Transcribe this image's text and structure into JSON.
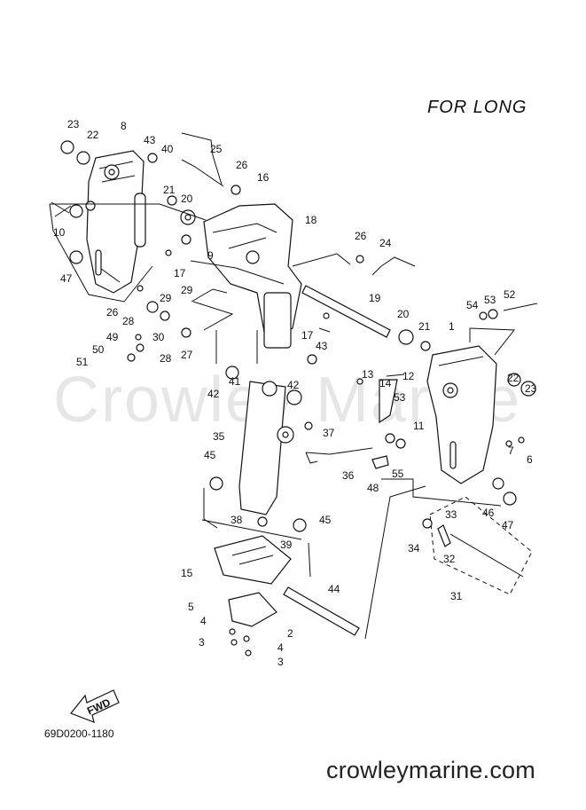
{
  "diagram": {
    "heading": "FOR LONG",
    "figure_code": "69D0200-1180",
    "watermark": "Crowley Marine",
    "footer": "crowleymarine.com",
    "fwd_label": "FWD"
  },
  "callouts": [
    "1",
    "2",
    "3",
    "3",
    "4",
    "4",
    "5",
    "6",
    "7",
    "8",
    "9",
    "10",
    "11",
    "12",
    "13",
    "14",
    "15",
    "16",
    "17",
    "17",
    "18",
    "19",
    "20",
    "20",
    "21",
    "21",
    "22",
    "22",
    "23",
    "23",
    "24",
    "25",
    "26",
    "26",
    "26",
    "27",
    "28",
    "28",
    "29",
    "29",
    "30",
    "31",
    "32",
    "33",
    "34",
    "35",
    "36",
    "37",
    "38",
    "39",
    "40",
    "41",
    "42",
    "42",
    "43",
    "43",
    "44",
    "45",
    "45",
    "46",
    "47",
    "47",
    "48",
    "49",
    "50",
    "51",
    "52",
    "53",
    "53",
    "54",
    "55"
  ]
}
